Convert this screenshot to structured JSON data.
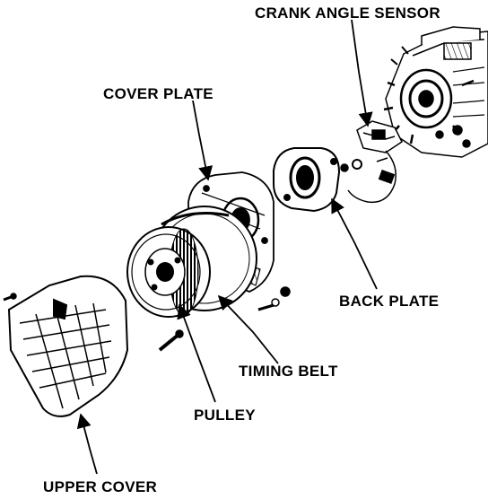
{
  "labels": {
    "crank_angle_sensor": "CRANK ANGLE SENSOR",
    "cover_plate": "COVER PLATE",
    "back_plate": "BACK PLATE",
    "timing_belt": "TIMING BELT",
    "pulley": "PULLEY",
    "upper_cover": "UPPER COVER"
  },
  "colors": {
    "ink": "#000000",
    "paper": "#ffffff"
  }
}
